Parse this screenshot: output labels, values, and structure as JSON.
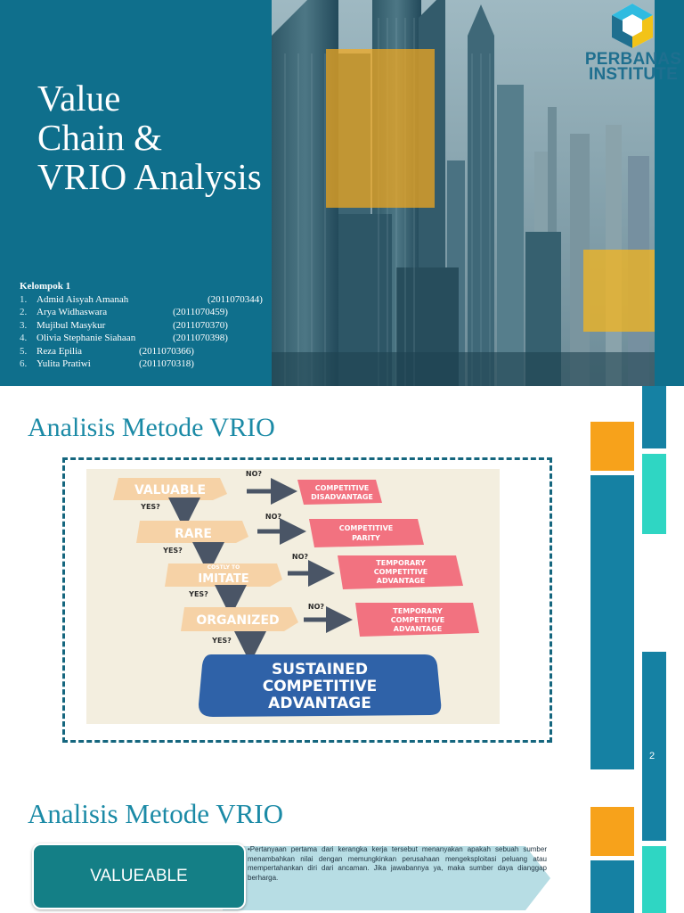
{
  "slide1": {
    "title_lines": [
      "Value",
      "Chain &",
      "VRIO Analysis"
    ],
    "group_label": "Kelompok 1",
    "members": [
      {
        "num": "1.",
        "name": "Admid Aisyah Amanah",
        "nim": "(2011070344)"
      },
      {
        "num": "2.",
        "name": "Arya Widhaswara",
        "nim": "(2011070459)"
      },
      {
        "num": "3.",
        "name": "Mujibul Masykur",
        "nim": "(2011070370)"
      },
      {
        "num": "4.",
        "name": "Olivia Stephanie Siahaan",
        "nim": "(2011070398)"
      },
      {
        "num": "5.",
        "name": "Reza Epilia",
        "nim": "(2011070366)"
      },
      {
        "num": "6.",
        "name": "Yulita Pratiwi",
        "nim": "(2011070318)"
      }
    ],
    "logo_lines": [
      "PERBANAS",
      "INSTITUTE"
    ]
  },
  "slide2": {
    "title": "Analisis Metode VRIO",
    "page_number": "2",
    "flowchart": {
      "steps": [
        {
          "label": "VALUABLE",
          "sublabel": "",
          "yes": "YES?",
          "no": "NO?",
          "outcome": [
            "COMPETITIVE",
            "DISADVANTAGE"
          ]
        },
        {
          "label": "RARE",
          "sublabel": "",
          "yes": "YES?",
          "no": "NO?",
          "outcome": [
            "COMPETITIVE",
            "PARITY"
          ]
        },
        {
          "label": "IMITATE",
          "sublabel": "COSTLY TO",
          "yes": "YES?",
          "no": "NO?",
          "outcome": [
            "TEMPORARY",
            "COMPETITIVE",
            "ADVANTAGE"
          ]
        },
        {
          "label": "ORGANIZED",
          "sublabel": "",
          "yes": "YES?",
          "no": "NO?",
          "outcome": [
            "TEMPORARY",
            "COMPETITIVE",
            "ADVANTAGE"
          ]
        }
      ],
      "final": [
        "SUSTAINED",
        "COMPETITIVE",
        "ADVANTAGE"
      ],
      "colors": {
        "step": "#f6d2a6",
        "step_text": "#ffffff",
        "outcome": "#f27280",
        "final": "#2f62a8",
        "arrow": "#4a5566",
        "background": "#f3eedf"
      }
    }
  },
  "slide3": {
    "title": "Analisis Metode VRIO",
    "button_label": "VALUEABLE",
    "bullet": "Pertanyaan pertama dari kerangka kerja tersebut menanyakan apakah sebuah sumber menambahkan nilai dengan memungkinkan perusahaan mengeksploitasi peluang atau mempertahankan diri dari ancaman. Jika jawabannya ya, maka sumber daya dianggap berharga."
  },
  "colors": {
    "teal": "#1581a3",
    "dark_teal": "#0f6f8c",
    "orange": "#f7a21b",
    "mint": "#2fd6c3",
    "title": "#1b8aa6"
  }
}
